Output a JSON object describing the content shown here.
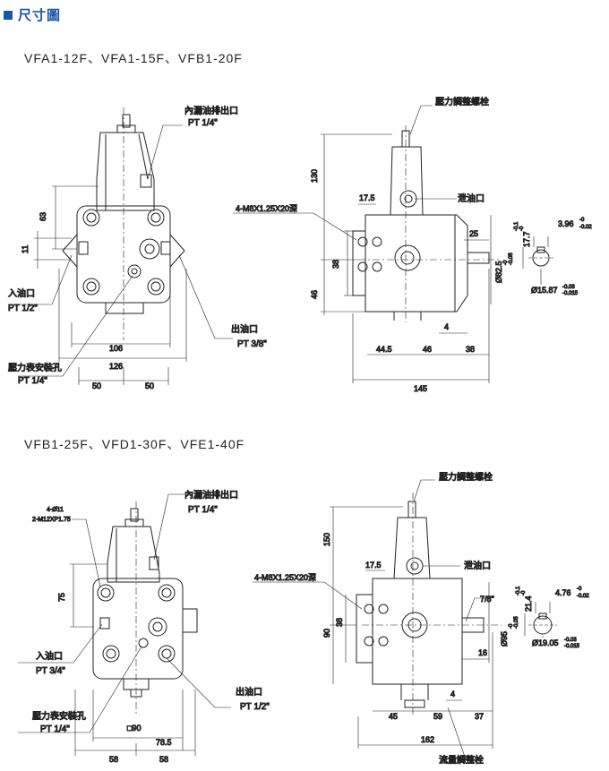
{
  "header": {
    "title": "尺寸圖"
  },
  "section1": {
    "title": "VFA1-12F、VFA1-15F、VFB1-20F",
    "front": {
      "drain": [
        "內漏油排出口",
        "PT 1/4\""
      ],
      "inlet": [
        "入油口",
        "PT 1/2\""
      ],
      "outlet": [
        "出油口",
        "PT 3/8\""
      ],
      "gauge": [
        "壓力表安裝孔",
        "PT 1/4\""
      ],
      "dims": {
        "d63": "63",
        "d11": "11",
        "d106": "106",
        "d126": "126",
        "d50a": "50",
        "d50b": "50"
      }
    },
    "side": {
      "adjust": "壓力調整螺栓",
      "drain": "泄油口",
      "bolt": "4-M8X1.25X20深",
      "dims": {
        "d130": "130",
        "d17_5": "17.5",
        "d38": "38",
        "d46v": "46",
        "d25": "25",
        "d82_5": "Ø82.5",
        "d4": "4",
        "d44_5": "44.5",
        "d46": "46",
        "d38h": "38",
        "d145": "145"
      },
      "tol": {
        "a": "-0",
        "b": "-0.05"
      }
    },
    "shaft": {
      "key": "17.7",
      "key_tol": [
        "-0",
        "-0.1"
      ],
      "w": "3.96",
      "w_tol": [
        "-0",
        "-0.02"
      ],
      "dia": "Ø15.87",
      "dia_tol": [
        "-0.03",
        "-0.015"
      ]
    }
  },
  "section2": {
    "title": "VFB1-25F、VFD1-30F、VFE1-40F",
    "front": {
      "holes": [
        "4-Ø11",
        "2-M12XP1.75"
      ],
      "drain": [
        "內漏油排出口",
        "PT 1/4\""
      ],
      "inlet": [
        "入油口",
        "PT 3/4\""
      ],
      "outlet": [
        "出油口",
        "PT 1/2\""
      ],
      "gauge": [
        "壓力表安裝孔",
        "PT 1/4\""
      ],
      "dims": {
        "d75": "75",
        "d90": "□90",
        "d78_5": "78.5",
        "d58a": "58",
        "d58b": "58"
      }
    },
    "side": {
      "adjust": "壓力調整螺栓",
      "drain": "泄油口",
      "bolt": "4-M8X1.25X20深",
      "flow": "流量調整栓",
      "dims": {
        "d150": "150",
        "d17_5": "17.5",
        "d38": "38",
        "d90": "90",
        "d7_8": "7/8\"",
        "d95": "Ø95",
        "d16": "16",
        "d4": "4",
        "d45": "45",
        "d59": "59",
        "d37": "37",
        "d162": "162"
      },
      "tol": {
        "a": "-0",
        "b": "-0.05"
      }
    },
    "shaft": {
      "key": "21.4",
      "key_tol": [
        "-0",
        "-0.1"
      ],
      "w": "4.76",
      "w_tol": [
        "-0",
        "-0.02"
      ],
      "dia": "Ø19.05",
      "dia_tol": [
        "-0.03",
        "-0.015"
      ]
    }
  }
}
